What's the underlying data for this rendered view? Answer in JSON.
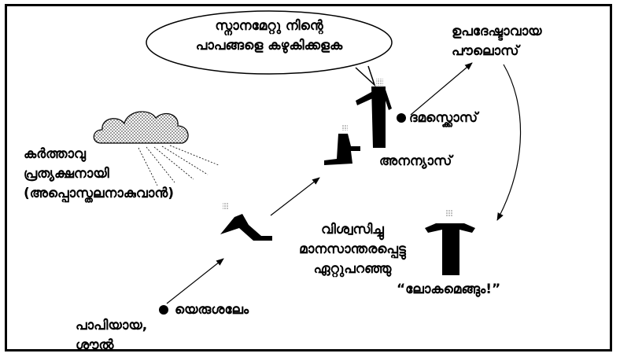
{
  "speech_bubble": {
    "line1": "സ്നാനമേറ്റു നിന്റെ",
    "line2": "പാപങ്ങളെ കഴുകിക്കളക"
  },
  "stages": {
    "sinner": {
      "line1": "പാപിയായ,",
      "line2": "ശൗൽ"
    },
    "jerusalem": "യെരുശലേം",
    "believed": {
      "line1": "വിശ്വസിച്ചു",
      "line2": "മാനസാന്തരപ്പെട്ടു",
      "line3": "ഏറ്റുപറഞ്ഞു"
    },
    "ananias": "അനന്യാസ്",
    "damascus": "ദമസ്ക്കൊസ്",
    "paul_preacher": {
      "line1": "ഉപദേഷ്ടാവായ",
      "line2": "പൗലൊസ്"
    },
    "world": "“ലോകമെങ്ങും!”",
    "lord_appeared": {
      "line1": "കർത്താവു",
      "line2": "പ്രത്യക്ഷനായി",
      "line3": "(അപ്പൊസ്തലനാകുവാൻ)"
    }
  },
  "colors": {
    "ink": "#000000",
    "cloud_fill": "#d9d9d9",
    "head_fill": "#c8c8c8"
  }
}
